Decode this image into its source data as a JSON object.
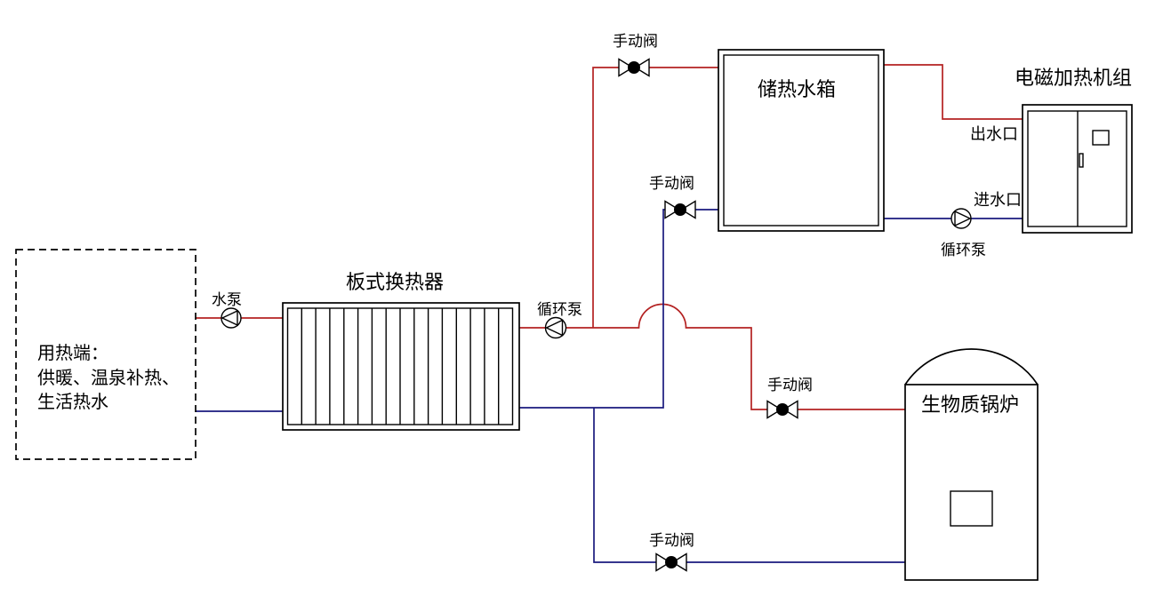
{
  "diagram": {
    "kind": "heating-system-piping-diagram",
    "colors": {
      "hot_pipe": "#b42222",
      "return_pipe": "#1a1a7e",
      "outline": "#000000",
      "background": "#ffffff"
    },
    "user_end": {
      "line1": "用热端：",
      "line2": "供暖、温泉补热、",
      "line3": "生活热水"
    },
    "labels": {
      "water_pump": "水泵",
      "plate_heat_exchanger": "板式换热器",
      "circulation_pump_left": "循环泵",
      "manual_valve": "手动阀",
      "storage_tank": "储热水箱",
      "em_heating_unit": "电磁加热机组",
      "water_outlet": "出水口",
      "water_inlet": "进水口",
      "circulation_pump_right": "循环泵",
      "biomass_boiler": "生物质锅炉"
    }
  }
}
